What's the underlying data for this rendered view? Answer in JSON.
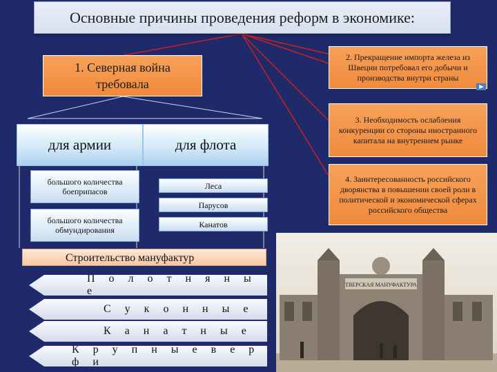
{
  "title": "Основные причины  проведения реформ в экономике:",
  "war": {
    "line1": "1. Северная война",
    "line2": "требовала"
  },
  "reasons": [
    "2. Прекращение импорта железа из Швеции потребовал его добычи и производства внутри страны",
    "3. Необходимость ослабления конкуренции со стороны иностранного капитала на внутреннем рынке",
    "4. Заинтересованность российского дворянства в повышении своей роли в политической и экономической сферах российского общества"
  ],
  "army": {
    "label": "для армии",
    "items": [
      "большого количества боеприпасов",
      "большого количества обмундирования"
    ]
  },
  "fleet": {
    "label": "для флота",
    "items": [
      "Леса",
      "Парусов",
      "Канатов"
    ]
  },
  "construction": "Строительство мануфактур",
  "manufactories": [
    "П о л о т н я н ы е",
    "С у к о н н ы е",
    "К а н а т н ы е",
    "К р у п н ы е в е р ф и"
  ],
  "photo_sign": "ТВЕРСКАЯ МАНУФАКТУРА",
  "colors": {
    "background": "#1f2a6b",
    "orange": "#f0903f",
    "light_blue": "#cfe7f7",
    "connector": "#cc1f1f"
  }
}
